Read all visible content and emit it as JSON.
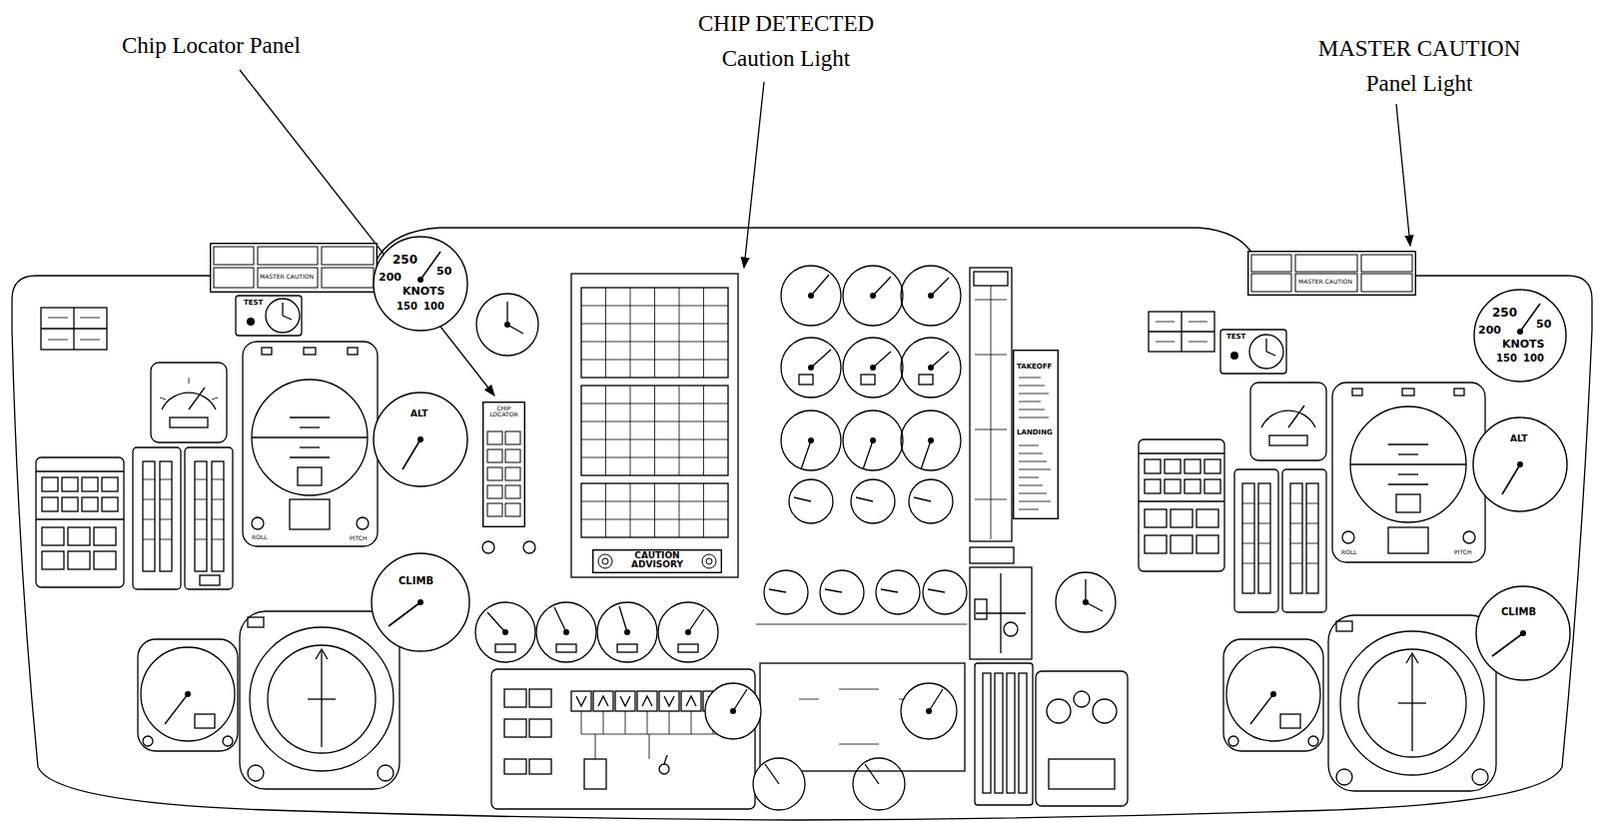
{
  "diagram": {
    "nodes": [
      {
        "text": [
          "MASTER CAUTION"
        ]
      },
      {
        "text": [
          "MASTER CAUTION"
        ]
      },
      {
        "text": [
          "250",
          "50",
          "200",
          "KNOTS",
          "150",
          "100"
        ]
      },
      {
        "text": [
          "250",
          "50",
          "200",
          "KNOTS",
          "150",
          "100"
        ]
      },
      {
        "text": [
          "TAKEOFF",
          "LANDING"
        ]
      },
      {
        "text": [
          "CHIP LOCATOR"
        ]
      },
      {
        "text": [
          "ALT"
        ]
      },
      {
        "text": [
          "ALT"
        ]
      },
      {
        "text": [
          "CAUTION ADVISORY"
        ]
      },
      {
        "text": [
          "CLIMB"
        ]
      },
      {
        "text": [
          "CLIMB"
        ]
      }
    ],
    "labels": [
      "Chip Locator Panel",
      "CHIP DETECTED Caution Light",
      "MASTER CAUTION Panel Light",
      "TEST",
      "TEST",
      "ROLL",
      "PITCH",
      "ROLL",
      "PITCH"
    ]
  }
}
